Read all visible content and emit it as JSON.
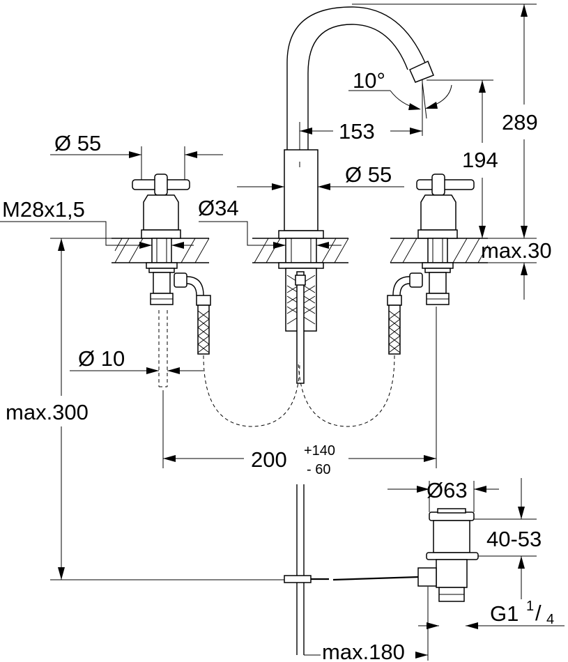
{
  "drawing": {
    "dimensions": {
      "handle_diameter": "Ø 55",
      "spout_diameter": "Ø 55",
      "thread": "M28x1,5",
      "mount_diameter": "Ø34",
      "hose_diameter": "Ø 10",
      "spout_angle": "10°",
      "spout_reach": "153",
      "spout_height": "194",
      "total_height": "289",
      "deck_thickness": "max.30",
      "max_length": "max.300",
      "spacing_nominal": "200",
      "spacing_plus": "+140",
      "spacing_minus": "- 60",
      "waste_diameter": "Ø63",
      "waste_height": "40-53",
      "waste_thread_main": "G1",
      "waste_thread_num": "1",
      "waste_thread_den": "4",
      "rod_length": "max.180"
    }
  }
}
